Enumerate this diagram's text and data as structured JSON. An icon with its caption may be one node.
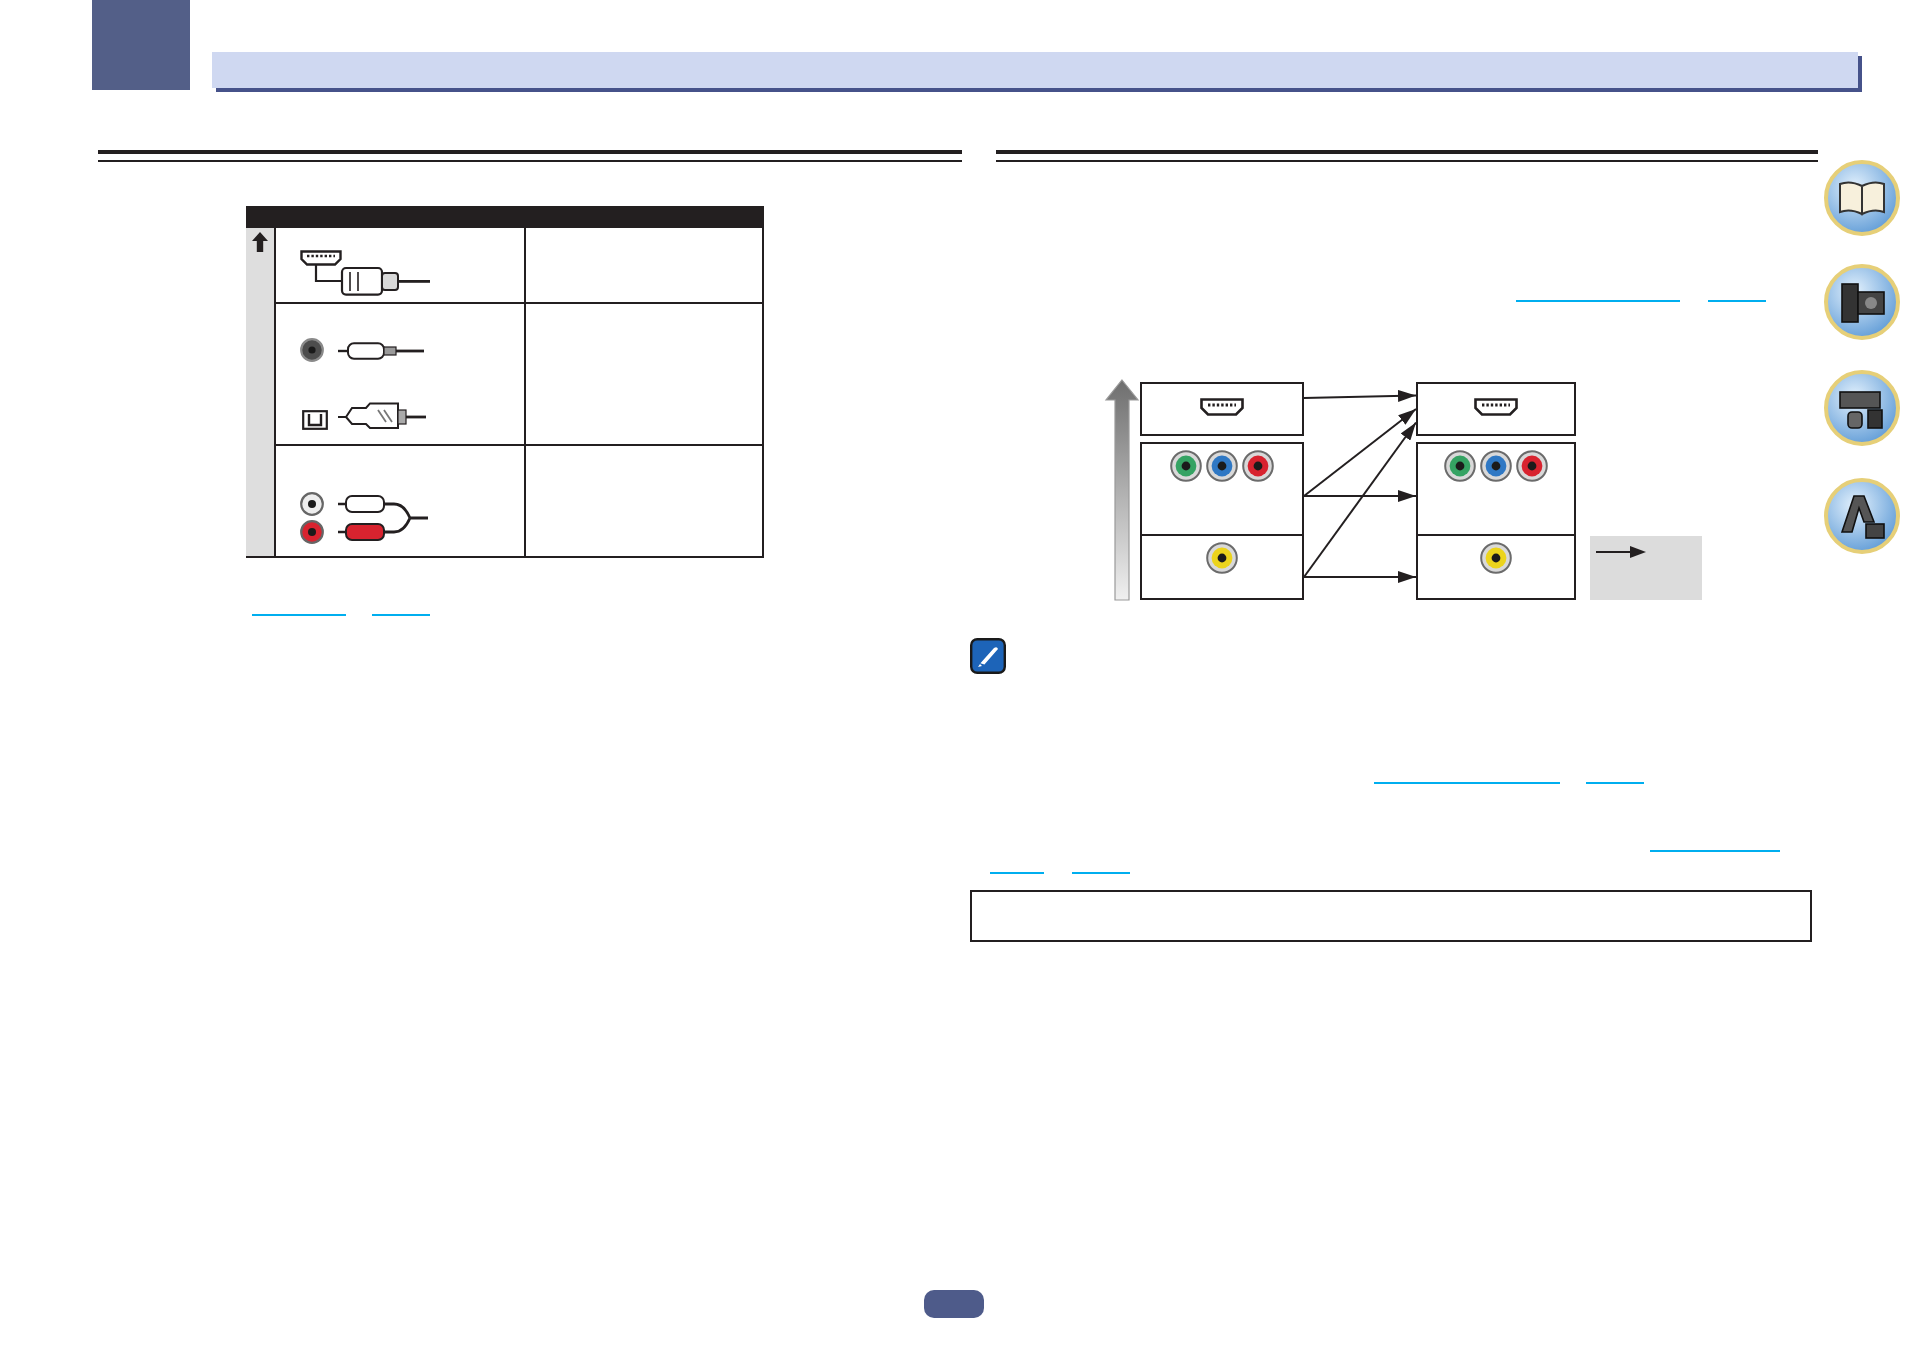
{
  "diagram": {
    "nodes": [
      {
        "text": [],
        "shape": "box"
      },
      {
        "text": [],
        "shape": "box"
      },
      {
        "text": [],
        "shape": "box"
      },
      {
        "text": [],
        "shape": "box"
      },
      {
        "text": [],
        "shape": "box"
      },
      {
        "text": [],
        "shape": "box"
      }
    ],
    "edges": [
      {
        "from": 0,
        "to": 3,
        "arrow": "to"
      },
      {
        "from": 1,
        "to": 3,
        "arrow": "to"
      },
      {
        "from": 1,
        "to": 4,
        "arrow": "to"
      },
      {
        "from": 2,
        "to": 3,
        "arrow": "to"
      },
      {
        "from": 2,
        "to": 5,
        "arrow": "to"
      }
    ]
  }
}
